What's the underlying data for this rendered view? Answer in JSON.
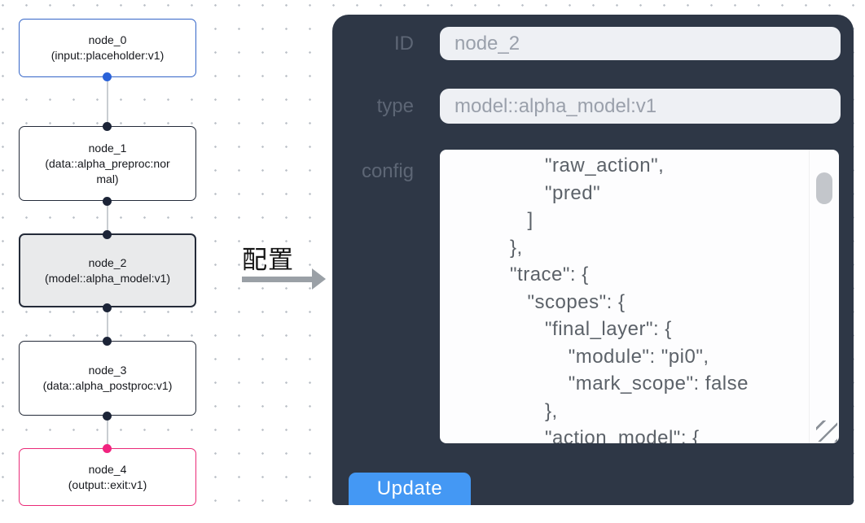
{
  "flow": {
    "nodes": [
      {
        "title": "node_0",
        "subtitle": "(input::placeholder:v1)"
      },
      {
        "title": "node_1",
        "subtitle": "(data::alpha_preproc:normal)"
      },
      {
        "title": "node_2",
        "subtitle": "(model::alpha_model:v1)"
      },
      {
        "title": "node_3",
        "subtitle": "(data::alpha_postproc:v1)"
      },
      {
        "title": "node_4",
        "subtitle": "(output::exit:v1)"
      }
    ],
    "colors": {
      "input_node_border": "#3465c8",
      "default_node_border": "#242b39",
      "output_node_border": "#ea2a78",
      "selected_node_bg": "#e9eaeb",
      "port_default": "#1c2437",
      "port_input": "#2a62d9",
      "port_output": "#f1237f"
    }
  },
  "transition": {
    "label": "配置"
  },
  "panel": {
    "bg_color": "#2e3746",
    "fields": {
      "id": {
        "label": "ID",
        "value": "node_2"
      },
      "type": {
        "label": "type",
        "value": "model::alpha_model:v1"
      },
      "config": {
        "label": "config",
        "value": "                  \"raw_action\",\n                  \"pred\"\n               ]\n            },\n            \"trace\": {\n               \"scopes\": {\n                  \"final_layer\": {\n                      \"module\": \"pi0\",\n                      \"mark_scope\": false\n                  },\n                  \"action_model\": {"
      }
    },
    "update_button": {
      "label": "Update",
      "color": "#4498f4"
    }
  }
}
